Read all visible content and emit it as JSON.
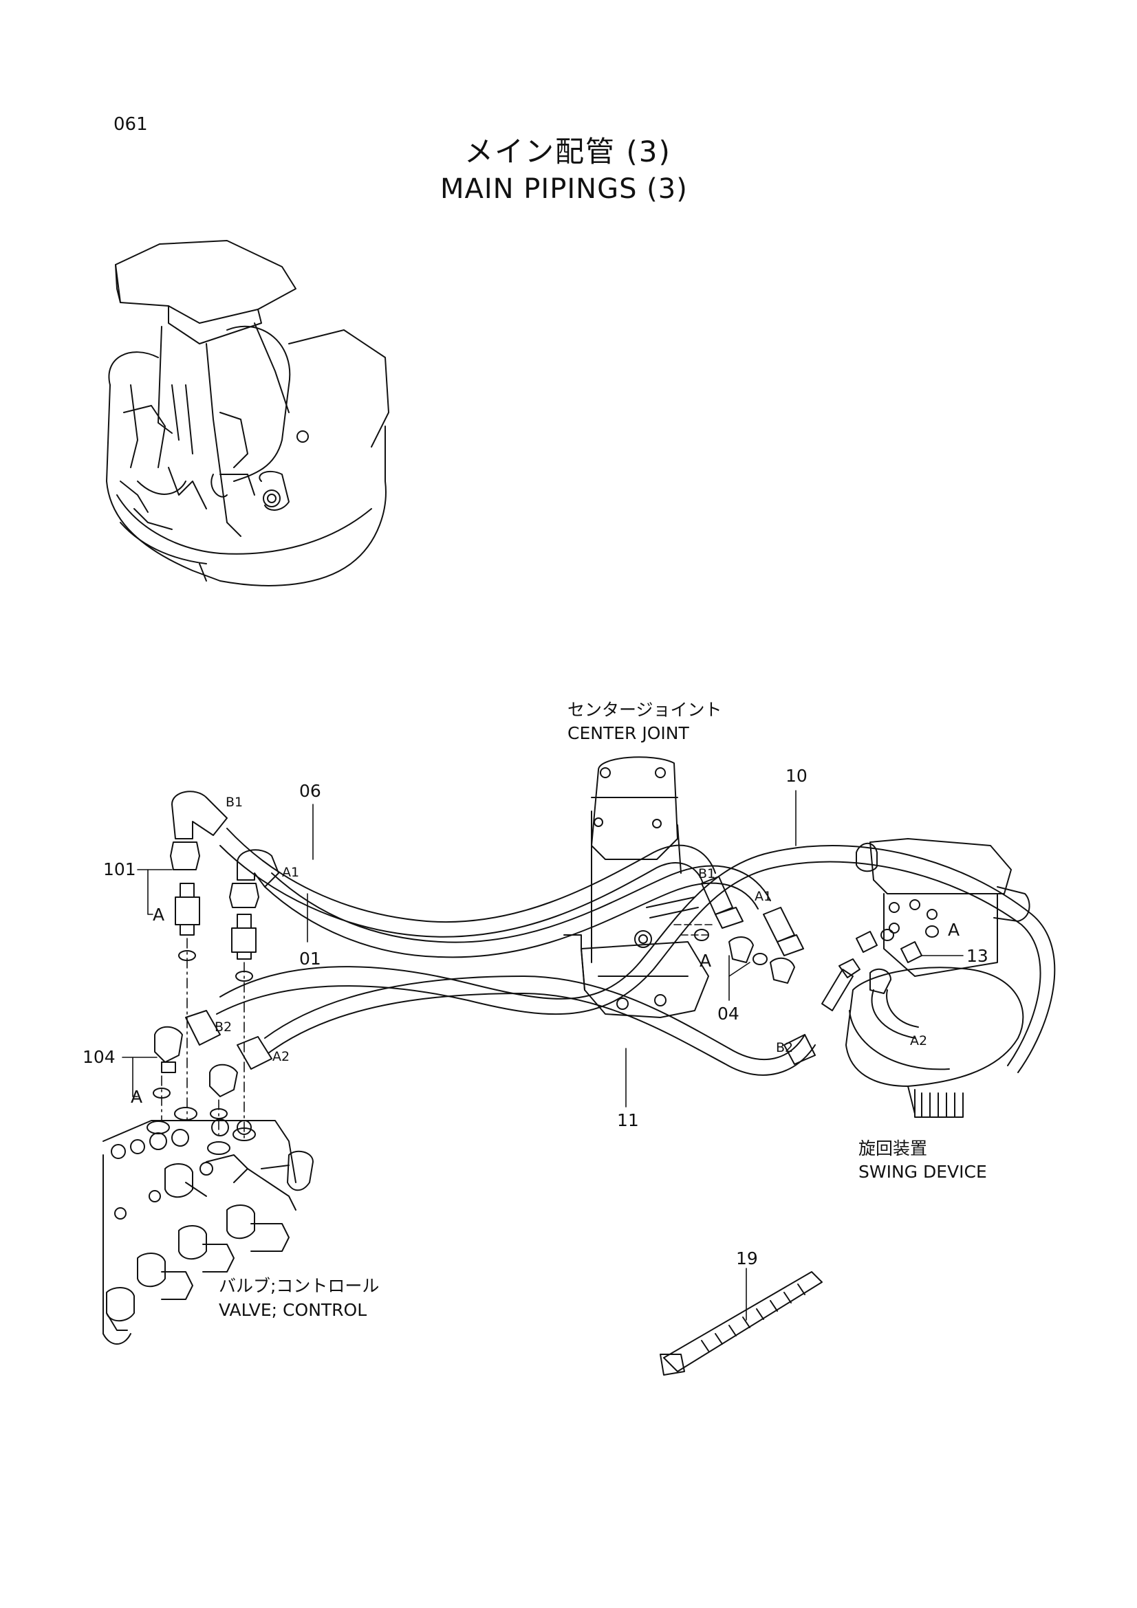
{
  "page": {
    "number": "061",
    "title_jp": "メイン配管 (3)",
    "title_en": "MAIN PIPINGS (3)"
  },
  "components": {
    "center_joint_jp": "センタージョイント",
    "center_joint_en": "CENTER JOINT",
    "swing_device_jp": "旋回装置",
    "swing_device_en": "SWING DEVICE",
    "control_valve_jp": "バルブ;コントロール",
    "control_valve_en": "VALVE; CONTROL"
  },
  "callouts": {
    "p01": "01",
    "p04": "04",
    "p06": "06",
    "p10": "10",
    "p11": "11",
    "p13": "13",
    "p19": "19",
    "p101": "101",
    "p104": "104"
  },
  "port_marks": {
    "a": "A",
    "a1": "A1",
    "a2": "A2",
    "b1": "B1",
    "b2": "B2"
  }
}
